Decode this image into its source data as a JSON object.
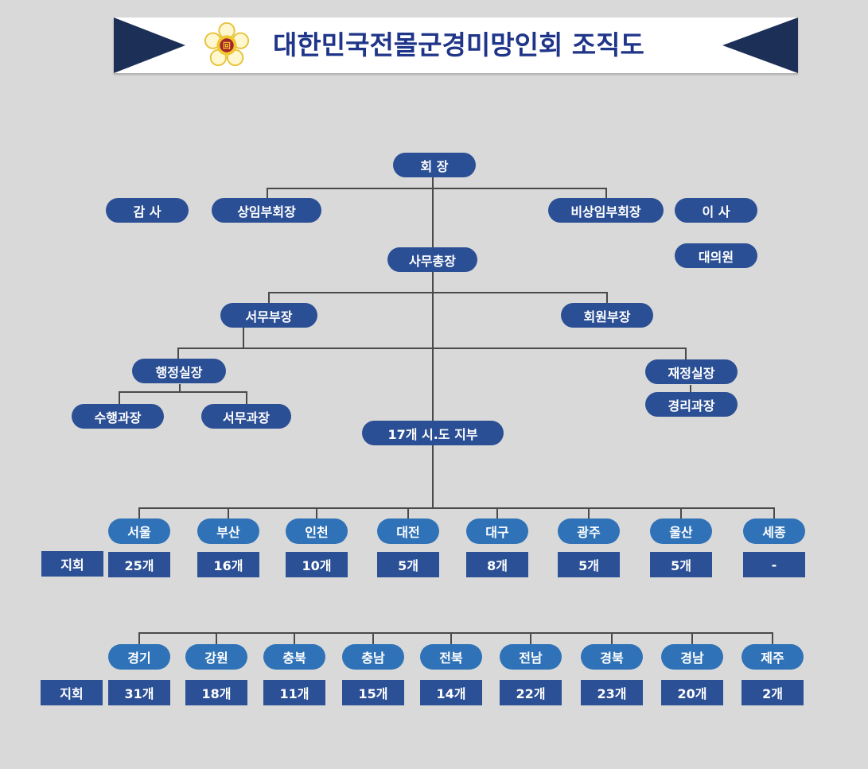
{
  "header": {
    "title": "대한민국전몰군경미망인회 조직도",
    "emblem_icon": "association-emblem-icon"
  },
  "nodes": {
    "chairman": "회 장",
    "auditor": "감 사",
    "standing_vice": "상임부회장",
    "nonstanding_vice": "비상임부회장",
    "director": "이 사",
    "delegate": "대의원",
    "secretary_general": "사무총장",
    "general_affairs_head": "서무부장",
    "membership_head": "회원부장",
    "admin_office": "행정실장",
    "finance_office": "재정실장",
    "accounting": "경리과장",
    "attendant": "수행과장",
    "general_affairs_section": "서무과장",
    "branches": "17개 시.도 지부"
  },
  "branch_label": "지회",
  "row1": [
    {
      "region": "서울",
      "count": "25개"
    },
    {
      "region": "부산",
      "count": "16개"
    },
    {
      "region": "인천",
      "count": "10개"
    },
    {
      "region": "대전",
      "count": "5개"
    },
    {
      "region": "대구",
      "count": "8개"
    },
    {
      "region": "광주",
      "count": "5개"
    },
    {
      "region": "울산",
      "count": "5개"
    },
    {
      "region": "세종",
      "count": "-"
    }
  ],
  "row2": [
    {
      "region": "경기",
      "count": "31개"
    },
    {
      "region": "강원",
      "count": "18개"
    },
    {
      "region": "충북",
      "count": "11개"
    },
    {
      "region": "충남",
      "count": "15개"
    },
    {
      "region": "전북",
      "count": "14개"
    },
    {
      "region": "전남",
      "count": "22개"
    },
    {
      "region": "경북",
      "count": "23개"
    },
    {
      "region": "경남",
      "count": "20개"
    },
    {
      "region": "제주",
      "count": "2개"
    }
  ]
}
